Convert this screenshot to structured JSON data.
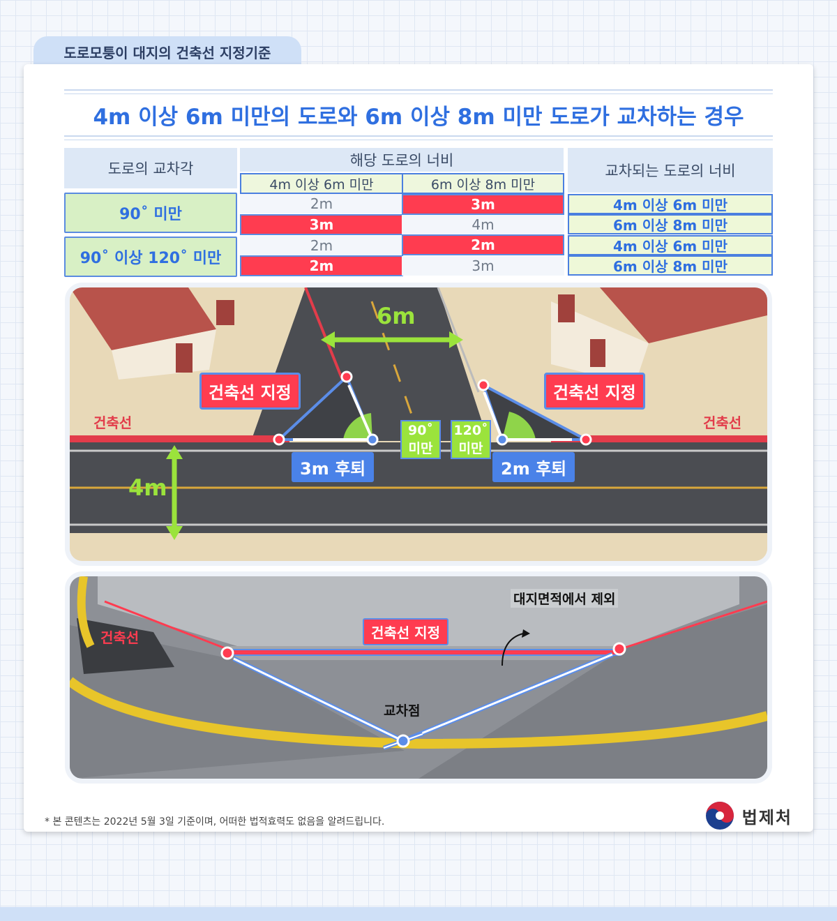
{
  "tab_label": "도로모퉁이 대지의 건축선 지정기준",
  "title": "4m 이상 6m 미만의 도로와 6m 이상 8m 미만 도로가 교차하는 경우",
  "table": {
    "h_angle": "도로의 교차각",
    "h_width": "해당 도로의 너비",
    "h_cross": "교차되는 도로의 너비",
    "sub1": "4m 이상 6m 미만",
    "sub2": "6m 이상 8m 미만",
    "angle1": "90˚ 미만",
    "angle2": "90˚ 이상 120˚ 미만",
    "rows": [
      {
        "a": "2m",
        "b": "3m",
        "cross": "4m 이상 6m 미만"
      },
      {
        "a": "3m",
        "b": "4m",
        "cross": "6m 이상 8m 미만"
      },
      {
        "a": "2m",
        "b": "2m",
        "cross": "4m 이상 6m 미만"
      },
      {
        "a": "2m",
        "b": "3m",
        "cross": "6m 이상 8m 미만"
      }
    ]
  },
  "diagram": {
    "top_width": "6m",
    "left_width": "4m",
    "designate_left": "건축선 지정",
    "designate_right": "건축선 지정",
    "line_left": "건축선",
    "line_right": "건축선",
    "angle90_l1": "90˚",
    "angle90_l2": "미만",
    "angle120_l1": "120˚",
    "angle120_l2": "미만",
    "setback_left": "3m 후퇴",
    "setback_right": "2m 후퇴"
  },
  "photo": {
    "line_label": "건축선",
    "designate": "건축선 지정",
    "exclude": "대지면적에서 제외",
    "intersection": "교차점"
  },
  "footnote": "* 본 콘텐츠는 2022년 5월 3일 기준이며, 어떠한 법적효력도 없음을 알려드립니다.",
  "logo_text": "법제처",
  "colors": {
    "accent_blue": "#2f6fe0",
    "highlight_red": "#ff3c50",
    "lime": "#9be33c"
  }
}
